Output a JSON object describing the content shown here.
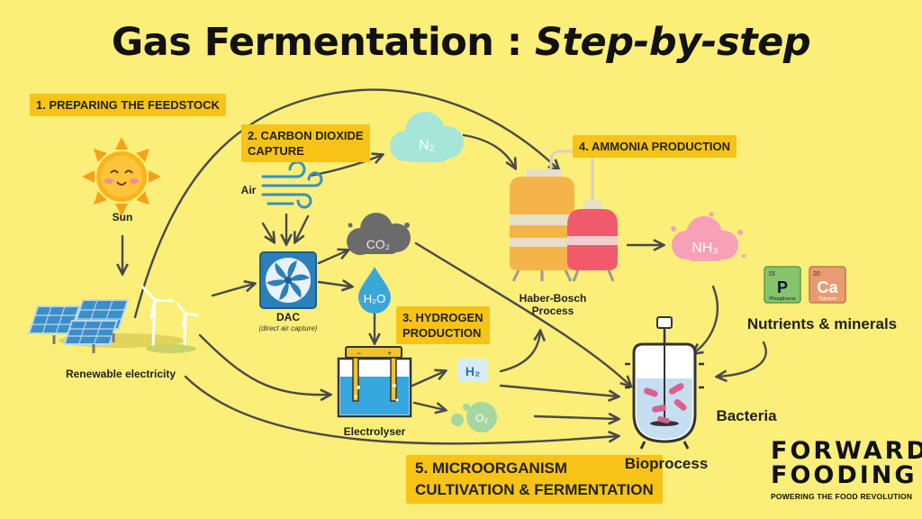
{
  "title": {
    "main": "Gas Fermentation :",
    "emphasis": "Step-by-step"
  },
  "steps": {
    "s1": "1. PREPARING THE FEEDSTOCK",
    "s2_line1": "2. CARBON DIOXIDE",
    "s2_line2": "CAPTURE",
    "s3_line1": "3. HYDROGEN",
    "s3_line2": "PRODUCTION",
    "s4": "4. AMMONIA PRODUCTION",
    "s5_line1": "5. MICROORGANISM",
    "s5_line2": "CULTIVATION & FERMENTATION"
  },
  "labels": {
    "sun": "Sun",
    "air": "Air",
    "renewable": "Renewable electricity",
    "dac": "DAC",
    "dac_note": "(direct air capture)",
    "electrolyser": "Electrolyser",
    "haber_line1": "Haber-Bosch",
    "haber_line2": "Process",
    "nutrients": "Nutrients & minerals",
    "bacteria": "Bacteria",
    "bioprocess": "Bioprocess"
  },
  "molecules": {
    "n2": "N₂",
    "co2": "CO₂",
    "h2o": "H₂O",
    "h2": "H₂",
    "o2": "O₂",
    "nh3": "NH₃"
  },
  "elements": {
    "p_number": "15",
    "p_symbol": "P",
    "p_name": "Phosphorus",
    "ca_number": "20",
    "ca_symbol": "Ca",
    "ca_name": "Calcium"
  },
  "logo": {
    "line1": "FORWARD",
    "line2": "FOODING",
    "tagline": "POWERING THE FOOD REVOLUTION"
  },
  "colors": {
    "background": "#fbef7a",
    "highlight": "#f7c316",
    "arrow": "#4a4a4a",
    "n2_cloud": "#a6e6d9",
    "co2_cloud": "#6b6b6b",
    "h2o_drop": "#3aa7d9",
    "nh3_cloud": "#f7a0b8",
    "o2_bubble": "#a5d7a0"
  }
}
